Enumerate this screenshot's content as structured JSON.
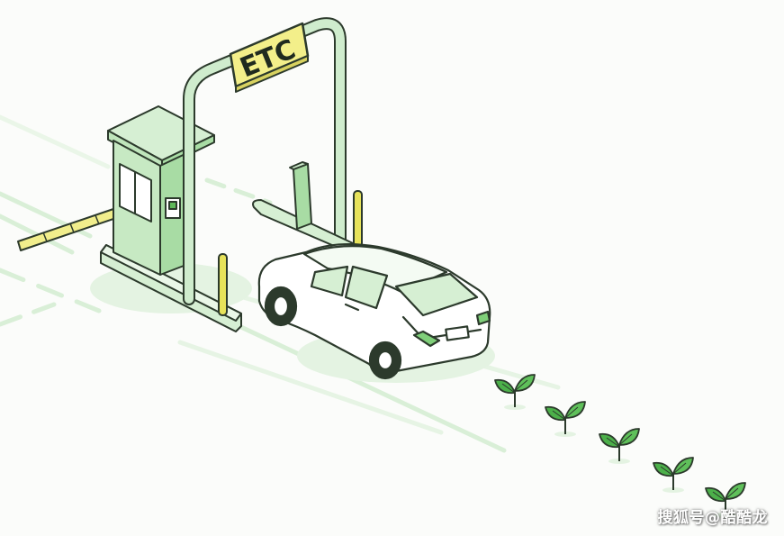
{
  "sign": {
    "label": "ETC"
  },
  "watermark": {
    "text": "搜狐号@酷酷龙"
  },
  "colors": {
    "outline": "#2c3a2c",
    "green_light": "#cfeccd",
    "green_mid": "#a8dca4",
    "green_dark": "#5fb85a",
    "sign_yellow": "#f3ef8a",
    "bollard_yellow": "#e7e35a",
    "road_line": "#d9efd7",
    "car_body": "#ffffff",
    "sprout": "#4cb04a"
  },
  "icons": [
    "toll-booth",
    "etc-gantry",
    "barrier-gate",
    "car",
    "sprout"
  ]
}
